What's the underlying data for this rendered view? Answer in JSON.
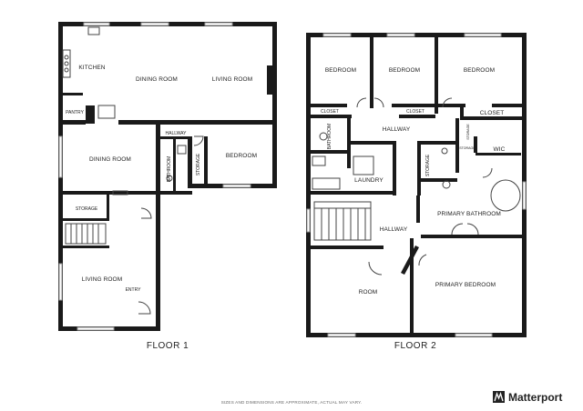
{
  "floor1": {
    "title": "FLOOR 1",
    "rooms": {
      "kitchen": "KITCHEN",
      "dining_room_top": "DINING ROOM",
      "living_room_top": "LIVING ROOM",
      "pantry": "PANTRY",
      "hallway": "HALLWAY",
      "dining_room_left": "DINING ROOM",
      "bathroom": "BATHROOM",
      "storage_small": "STORAGE",
      "bedroom": "BEDROOM",
      "storage": "STORAGE",
      "living_room_bottom": "LIVING ROOM",
      "entry": "ENTRY"
    }
  },
  "floor2": {
    "title": "FLOOR 2",
    "rooms": {
      "bedroom_1": "BEDROOM",
      "bedroom_2": "BEDROOM",
      "bedroom_3": "BEDROOM",
      "closet_1": "CLOSET",
      "closet_2": "CLOSET",
      "closet_3": "CLOSET",
      "storage_tiny": "STORAGE",
      "hallway_top": "HALLWAY",
      "bathroom": "BATHROOM",
      "storage_tiny2": "STORAGE",
      "wic": "WIC",
      "laundry": "LAUNDRY",
      "storage": "STORAGE",
      "primary_bathroom": "PRIMARY BATHROOM",
      "hallway_mid": "HALLWAY",
      "room": "ROOM",
      "primary_bedroom": "PRIMARY BEDROOM"
    }
  },
  "footer": {
    "disclaimer": "SIZES AND DIMENSIONS ARE APPROXIMATE, ACTUAL MAY VARY.",
    "brand": "Matterport"
  }
}
